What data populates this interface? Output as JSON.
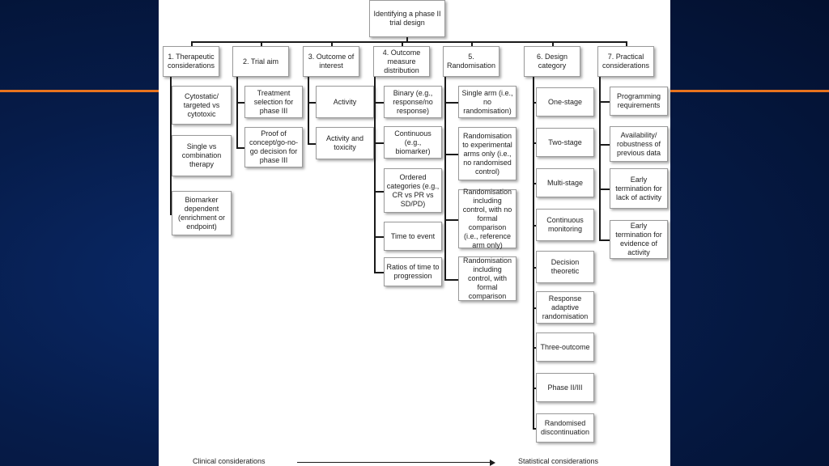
{
  "root": "Identifying a phase II trial design",
  "columns": [
    {
      "header": "1. Therapeutic considerations",
      "items": [
        "Cytostatic/ targeted vs cytotoxic",
        "Single vs combination therapy",
        "Biomarker dependent (enrichment or endpoint)"
      ]
    },
    {
      "header": "2. Trial aim",
      "items": [
        "Treatment selection for phase III",
        "Proof of concept/go-no-go decision for phase III"
      ]
    },
    {
      "header": "3. Outcome of interest",
      "items": [
        "Activity",
        "Activity and toxicity"
      ]
    },
    {
      "header": "4. Outcome measure distribution",
      "items": [
        "Binary (e.g., response/no response)",
        "Continuous (e.g., biomarker)",
        "Ordered categories (e.g., CR vs PR vs SD/PD)",
        "Time to event",
        "Ratios of time to progression"
      ]
    },
    {
      "header": "5. Randomisation",
      "items": [
        "Single arm (i.e., no randomisation)",
        "Randomisation to experimental arms only (i.e., no randomised control)",
        "Randomisation including control, with no formal comparison (i.e., reference arm only)",
        "Randomisation including control, with formal comparison"
      ]
    },
    {
      "header": "6. Design category",
      "items": [
        "One-stage",
        "Two-stage",
        "Multi-stage",
        "Continuous monitoring",
        "Decision theoretic",
        "Response adaptive randomisation",
        "Three-outcome",
        "Phase II/III",
        "Randomised discontinuation"
      ]
    },
    {
      "header": "7. Practical considerations",
      "items": [
        "Programming requirements",
        "Availability/ robustness of previous data",
        "Early termination for lack of activity",
        "Early termination for evidence of activity"
      ]
    }
  ],
  "footer": {
    "left": "Clinical considerations",
    "right": "Statistical considerations"
  },
  "colors": {
    "accent": "#e8731e",
    "background": "#061c4a"
  }
}
